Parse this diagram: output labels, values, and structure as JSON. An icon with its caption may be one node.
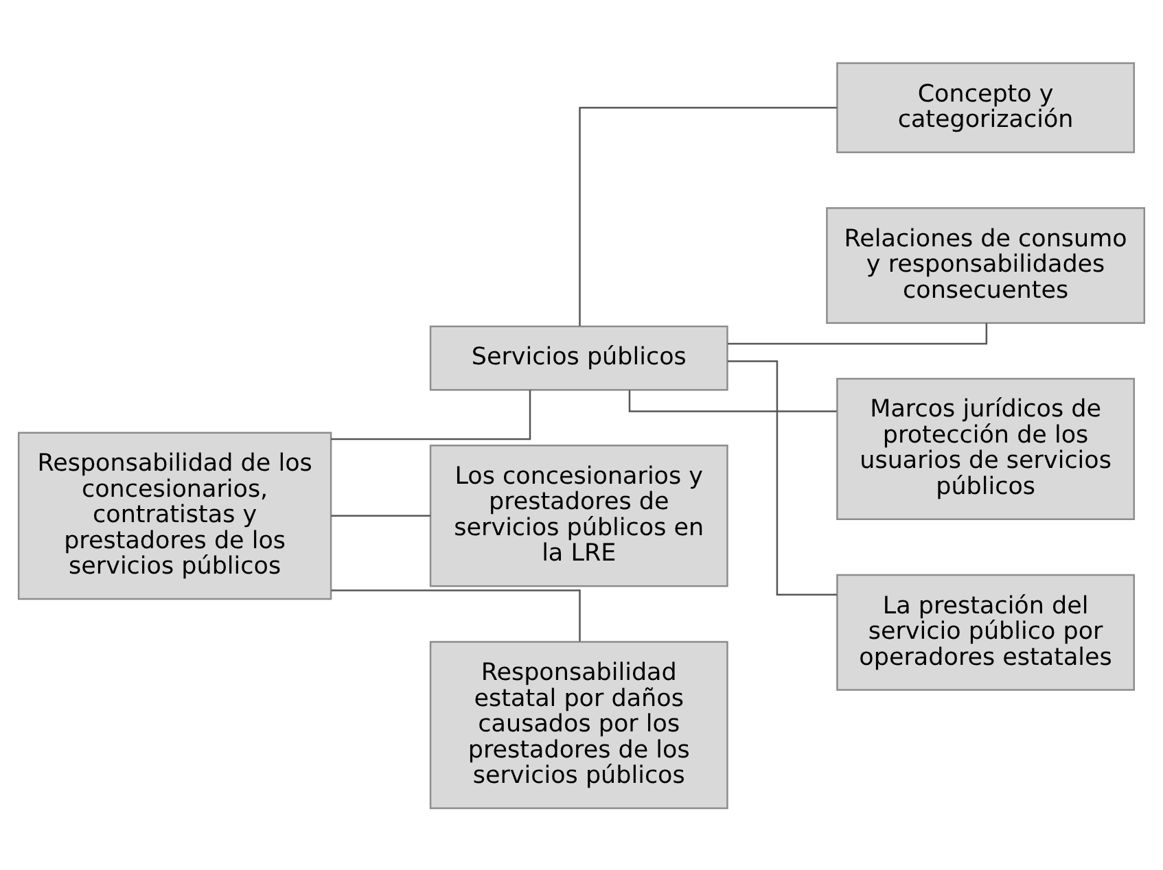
{
  "diagram": {
    "nodes": [
      {
        "text": [
          "Responsabilidad de los concesionarios, contratistas y prestadores de los servicios públicos"
        ]
      },
      {
        "text": [
          "Servicios públicos"
        ]
      },
      {
        "text": [
          "Los concesionarios y prestadores de servicios públicos en la LRE"
        ]
      },
      {
        "text": [
          "Responsabilidad estatal por daños causados por los prestadores de los servicios públicos"
        ]
      },
      {
        "text": [
          "Concepto y categorización"
        ]
      },
      {
        "text": [
          "Relaciones de consumo y responsabilidades consecuentes"
        ]
      },
      {
        "text": [
          "Marcos jurídicos de protección de los usuarios de servicios públicos"
        ]
      },
      {
        "text": [
          "La prestación del servicio público por operadores estatales"
        ]
      }
    ],
    "edges": [
      {
        "from": 0,
        "to": 1,
        "arrow": "none"
      },
      {
        "from": 0,
        "to": 2,
        "arrow": "none"
      },
      {
        "from": 0,
        "to": 3,
        "arrow": "none"
      },
      {
        "from": 1,
        "to": 4,
        "arrow": "none"
      },
      {
        "from": 1,
        "to": 5,
        "arrow": "none"
      },
      {
        "from": 1,
        "to": 6,
        "arrow": "none"
      },
      {
        "from": 1,
        "to": 7,
        "arrow": "none"
      }
    ]
  }
}
